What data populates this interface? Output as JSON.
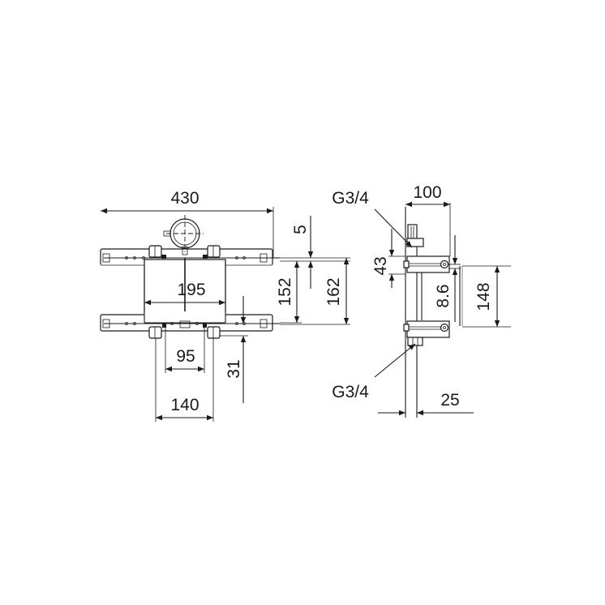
{
  "drawing": {
    "type": "technical dimension drawing",
    "units": "mm",
    "front_view": {
      "dimensions": {
        "overall_width": "430",
        "body_width": "195",
        "outlet_spacing_inner": "95",
        "outlet_spacing_outer": "140",
        "outlet_height": "31",
        "offset_top": "5",
        "rail_spacing": "152",
        "overall_height": "162"
      }
    },
    "side_view": {
      "dimensions": {
        "depth": "100",
        "top_offset": "43",
        "gap": "8.6",
        "mount_height": "148",
        "wall_offset": "25"
      },
      "labels": {
        "thread_top": "G3/4",
        "thread_bottom": "G3/4"
      }
    }
  }
}
